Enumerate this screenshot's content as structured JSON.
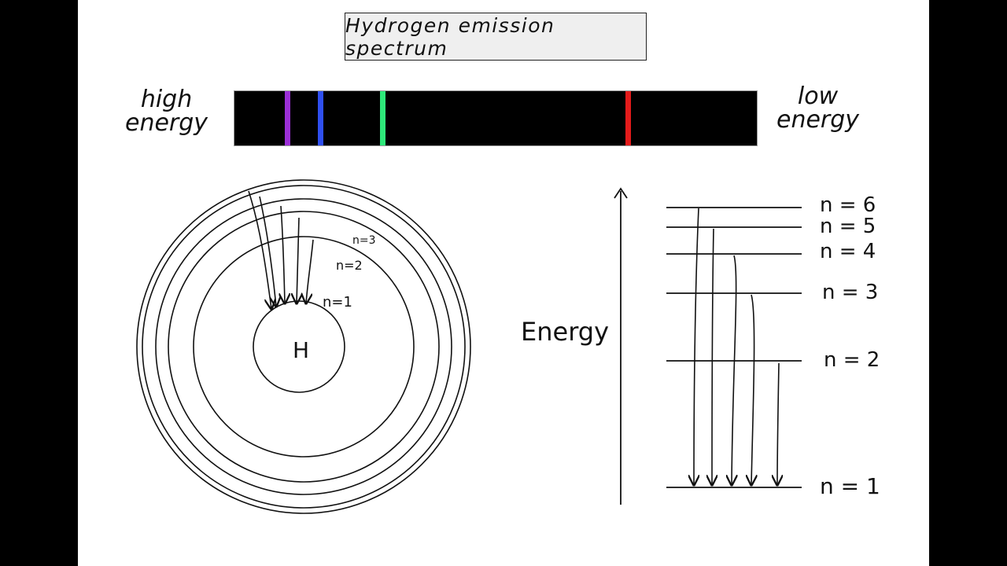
{
  "title": "Hydrogen emission spectrum",
  "spectrum": {
    "left_label_line1": "high",
    "left_label_line2": "energy",
    "right_label_line1": "low",
    "right_label_line2": "energy",
    "lines": [
      {
        "name": "violet",
        "color": "#9b2fd6",
        "position": 0.1
      },
      {
        "name": "blue",
        "color": "#2f4ff0",
        "position": 0.163
      },
      {
        "name": "green",
        "color": "#2ee87a",
        "position": 0.283
      },
      {
        "name": "red",
        "color": "#e41b1b",
        "position": 0.75
      }
    ]
  },
  "atom": {
    "nucleus_label": "H",
    "ring_labels": [
      "n=1",
      "n=2",
      "n=3"
    ]
  },
  "energy_diagram": {
    "axis_label": "Energy",
    "levels": [
      "n = 6",
      "n = 5",
      "n = 4",
      "n = 3",
      "n = 2",
      "n = 1"
    ]
  }
}
